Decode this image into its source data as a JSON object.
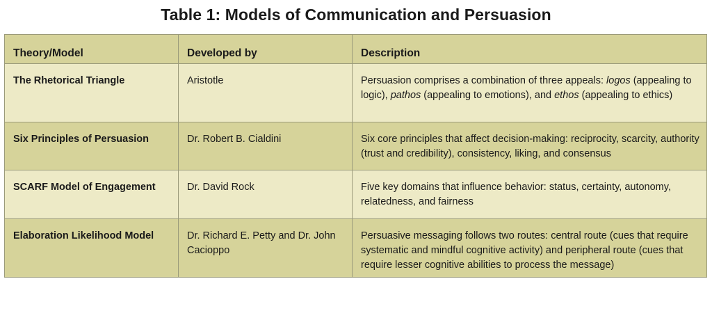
{
  "title": "Table 1: Models of Communication and Persuasion",
  "headers": [
    "Theory/Model",
    "Developed by",
    "Description"
  ],
  "rows": [
    {
      "theory": "The Rhetorical Triangle",
      "developer": "Aristotle",
      "desc": {
        "p1": "Persuasion comprises a combination of three appeals: ",
        "logos": "logos",
        "p2": " (appealing to logic), ",
        "pathos": "pathos",
        "p3": " (appealing to emotions), and ",
        "ethos": "ethos",
        "p4": " (appealing to ethics)"
      }
    },
    {
      "theory": "Six Principles of Persuasion",
      "developer": "Dr. Robert B. Cialdini",
      "desc": "Six core principles that affect decision-making: reciprocity, scarcity, authority (trust and credibility), consistency, liking, and consensus"
    },
    {
      "theory": "SCARF Model of Engagement",
      "developer": "Dr. David Rock",
      "desc": "Five key domains that influence behavior: status, certainty, autonomy, relatedness, and fairness"
    },
    {
      "theory": "Elaboration Likelihood Model",
      "developer": "Dr. Richard E. Petty and Dr. John Cacioppo",
      "desc": "Persuasive messaging follows two routes: central route (cues that require systematic and mindful cognitive activity) and peripheral route (cues that require lesser cognitive abilities to process the message)"
    }
  ],
  "colors": {
    "header_bg": "#d6d39a",
    "light_row_bg": "#edeac6",
    "dark_row_bg": "#d6d39a",
    "border": "#9a9a7a"
  }
}
